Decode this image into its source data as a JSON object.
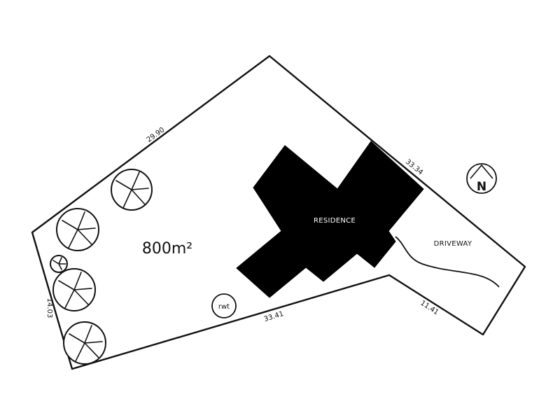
{
  "site": {
    "area_label": "800m²",
    "dimensions": {
      "north_west_boundary": "29.90",
      "north_east_boundary": "33.34",
      "south_boundary": "33.41",
      "south_east_boundary": "11.41",
      "west_boundary": "14.03"
    },
    "labels": {
      "residence": "RESIDENCE",
      "driveway": "DRIVEWAY",
      "rainwater_tank": "rwt"
    },
    "north_symbol": "N"
  },
  "colors": {
    "building_fill": "#000000",
    "line_color": "#111111",
    "background": "#ffffff"
  }
}
